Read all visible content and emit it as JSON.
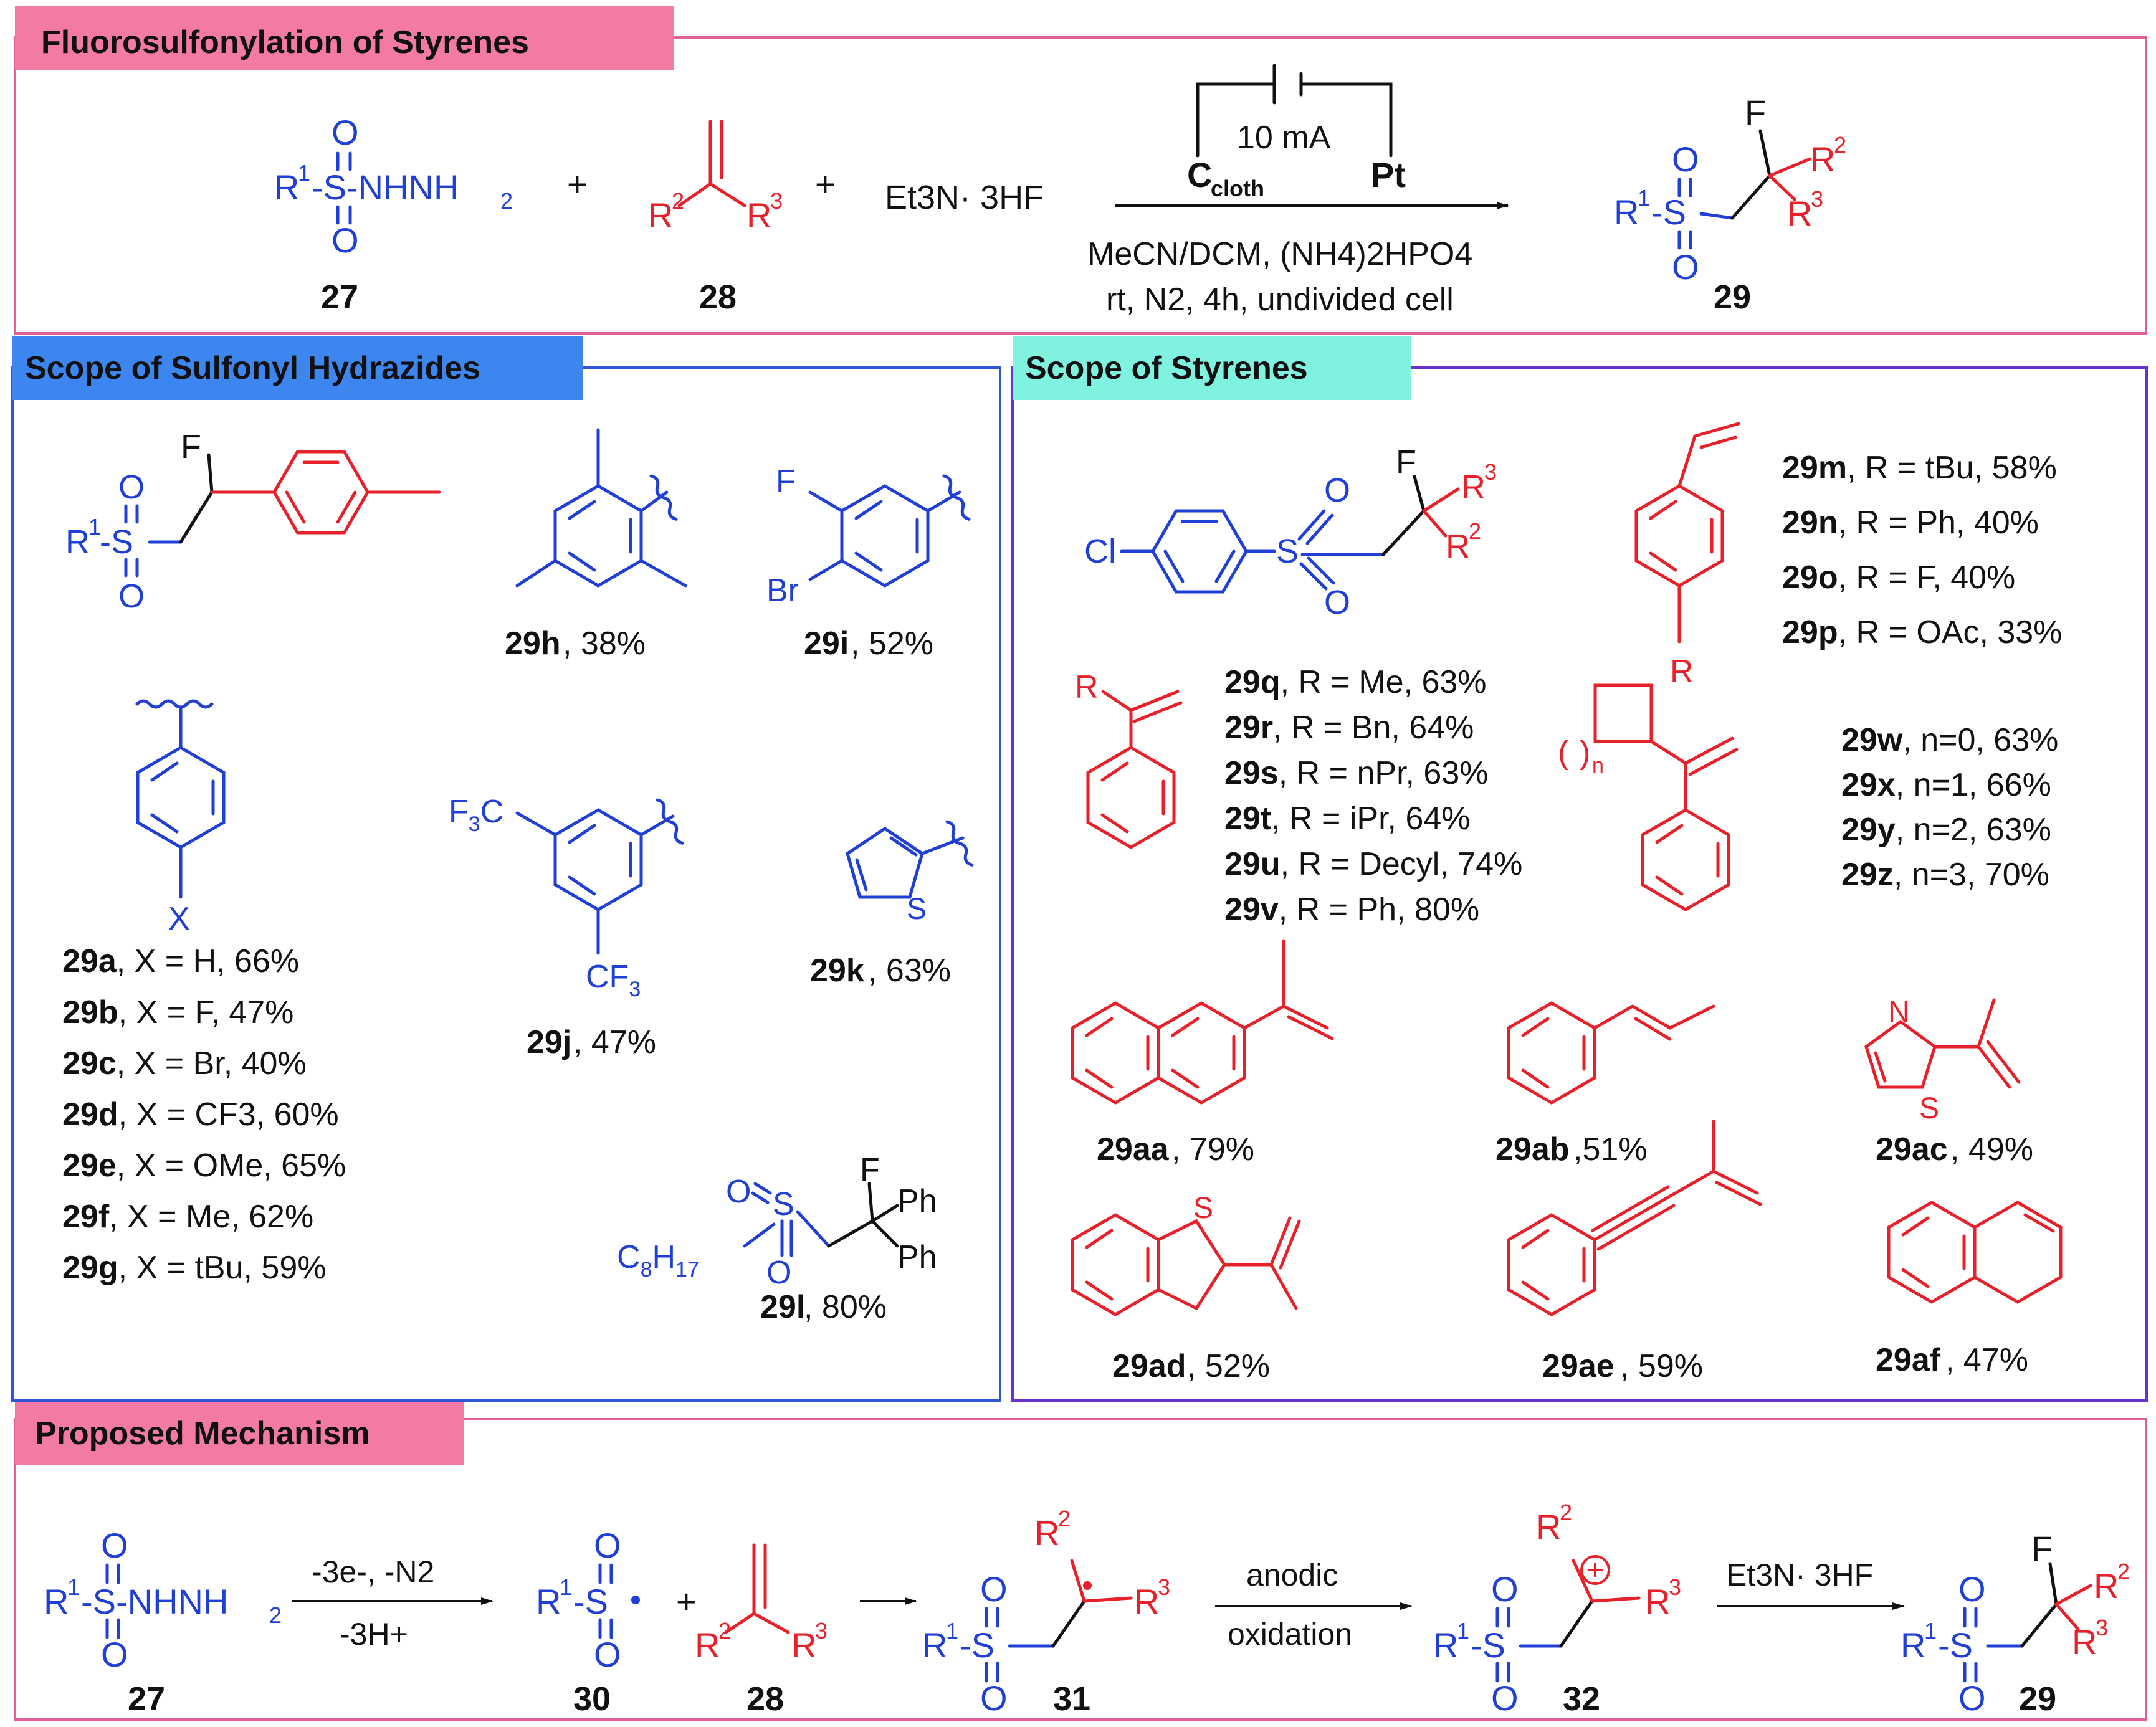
{
  "section_titles": {
    "top": "Fluorosulfonylation of Styrenes",
    "hydrazides": "Scope of Sulfonyl Hydrazides",
    "styrenes": "Scope of Styrenes",
    "mechanism": "Proposed Mechanism"
  },
  "colors": {
    "pink_header": "#f27aa4",
    "blue_header": "#3d86ef",
    "cyan_header": "#7ff3df",
    "pink_border": "#e0609a",
    "blue_border": "#2f56d8",
    "purple_border": "#6a32c8",
    "blue_atoms": "#1f3fd6",
    "red_atoms": "#e8202a"
  },
  "reaction": {
    "reagent_27_label": "27",
    "reagent_28_label": "28",
    "product_29_label": "29",
    "plus": "+",
    "hf_reagent": "Et3N· 3HF",
    "current": "10 mA",
    "anode": "Ccloth",
    "cathode": "Pt",
    "conditions_line1": "MeCN/DCM, (NH4)2HPO4",
    "conditions_line2": "rt, N2, 4h, undivided cell"
  },
  "hydrazide_scope": {
    "x_series": [
      {
        "id": "29a",
        "text": ", X = H, 66%"
      },
      {
        "id": "29b",
        "text": ", X = F, 47%"
      },
      {
        "id": "29c",
        "text": ", X = Br, 40%"
      },
      {
        "id": "29d",
        "text": ", X = CF3, 60%"
      },
      {
        "id": "29e",
        "text": ", X = OMe, 65%"
      },
      {
        "id": "29f",
        "text": ", X = Me, 62%"
      },
      {
        "id": "29g",
        "text": ", X = tBu, 59%"
      }
    ],
    "h": {
      "id": "29h",
      "text": ", 38%"
    },
    "i": {
      "id": "29i",
      "text": ", 52%"
    },
    "j": {
      "id": "29j",
      "text": ", 47%"
    },
    "k": {
      "id": "29k",
      "text": ", 63%"
    },
    "l": {
      "id": "29l",
      "text": ", 80%"
    },
    "x_atom": "X",
    "ph": "Ph"
  },
  "styrene_scope": {
    "r_series_mp": [
      {
        "id": "29m",
        "text": ", R = tBu, 58%"
      },
      {
        "id": "29n",
        "text": ", R = Ph, 40%"
      },
      {
        "id": "29o",
        "text": ", R = F, 40%"
      },
      {
        "id": "29p",
        "text": ", R = OAc, 33%"
      }
    ],
    "r_series_qv": [
      {
        "id": "29q",
        "text": ", R = Me, 63%"
      },
      {
        "id": "29r",
        "text": ", R = Bn, 64%"
      },
      {
        "id": "29s",
        "text": ", R = nPr, 63%"
      },
      {
        "id": "29t",
        "text": ", R = iPr, 64%"
      },
      {
        "id": "29u",
        "text": ", R = Decyl, 74%"
      },
      {
        "id": "29v",
        "text": ", R = Ph, 80%"
      }
    ],
    "n_series": [
      {
        "id": "29w",
        "text": ", n=0, 63%"
      },
      {
        "id": "29x",
        "text": ", n=1, 66%"
      },
      {
        "id": "29y",
        "text": ", n=2, 63%"
      },
      {
        "id": "29z",
        "text": ", n=3, 70%"
      }
    ],
    "aa": {
      "id": "29aa",
      "text": ", 79%"
    },
    "ab": {
      "id": "29ab",
      "text": ",51%"
    },
    "ac": {
      "id": "29ac",
      "text": ", 49%"
    },
    "ad": {
      "id": "29ad",
      "text": ", 52%"
    },
    "ae": {
      "id": "29ae",
      "text": ", 59%"
    },
    "af": {
      "id": "29af",
      "text": ", 47%"
    }
  },
  "mechanism": {
    "step1_top": "-3e-, -N2",
    "step1_bottom": "-3H+",
    "step3_top": "anodic",
    "step3_bottom": "oxidation",
    "step4_top": "Et3N· 3HF",
    "labels": [
      "27",
      "30",
      "28",
      "31",
      "32",
      "29"
    ]
  }
}
